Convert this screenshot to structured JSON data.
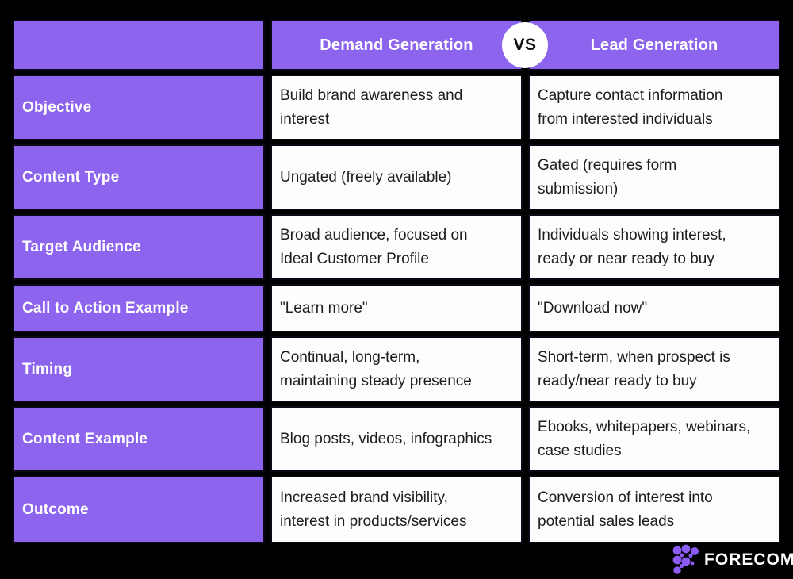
{
  "colors": {
    "background": "#000000",
    "accent_purple": "#8C64EE",
    "cell_white": "#FDFDFD",
    "text_dark": "#1D1D1F",
    "header_text": "#FFFFFF",
    "logo_purple": "#8A5CF5"
  },
  "header": {
    "demand": "Demand Generation",
    "vs": "VS",
    "lead": "Lead Generation"
  },
  "rows": [
    {
      "label": "Objective",
      "demand": "Build brand awareness and interest",
      "lead": "Capture contact information from interested individuals"
    },
    {
      "label": "Content Type",
      "demand": "Ungated (freely available)",
      "lead": "Gated (requires form submission)"
    },
    {
      "label": "Target Audience",
      "demand": "Broad audience, focused on Ideal Customer Profile",
      "lead": "Individuals showing interest, ready or near ready to buy"
    },
    {
      "label": "Call to Action Example",
      "demand": "\"Learn more\"",
      "lead": "\"Download now\""
    },
    {
      "label": "Timing",
      "demand": "Continual, long-term, maintaining steady presence",
      "lead": "Short-term, when prospect is ready/near ready to buy"
    },
    {
      "label": "Content Example",
      "demand": "Blog posts, videos, infographics",
      "lead": "Ebooks, whitepapers, webinars, case studies"
    },
    {
      "label": "Outcome",
      "demand": "Increased brand visibility, interest in products/services",
      "lead": "Conversion of interest into potential sales leads"
    }
  ],
  "branding": {
    "logo_text": "FORECOM",
    "logo_icon": "dot-cluster-icon"
  }
}
